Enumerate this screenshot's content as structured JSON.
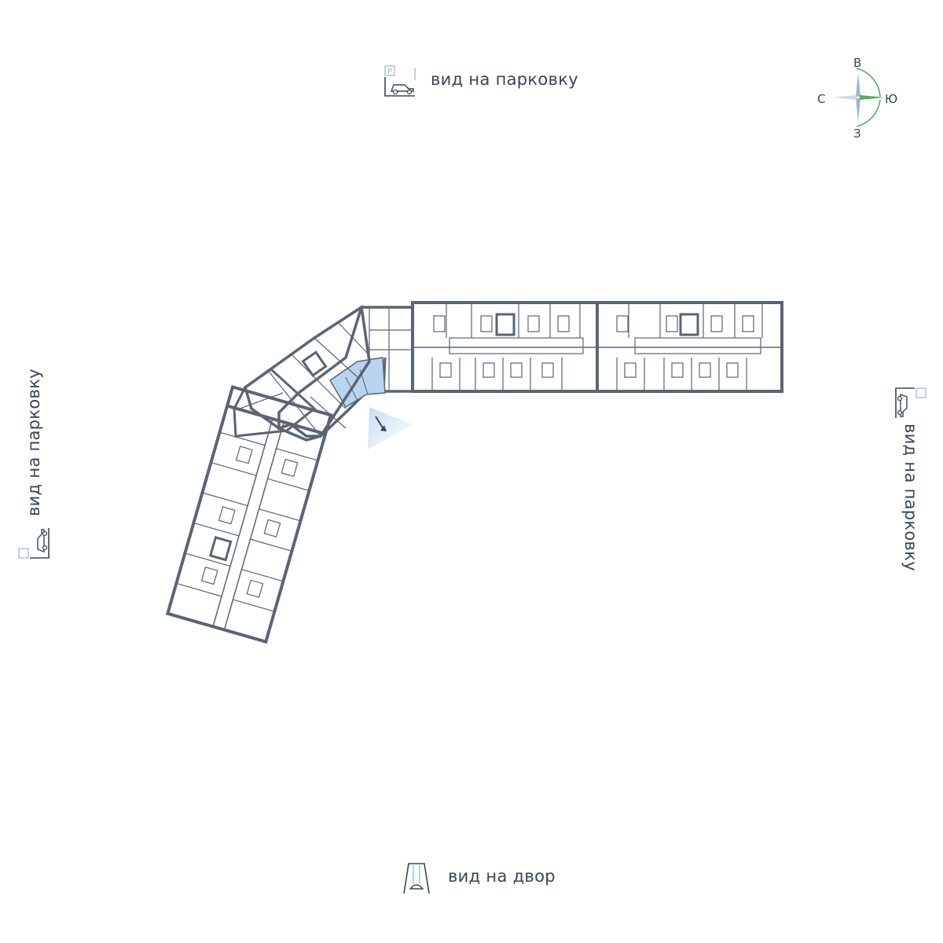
{
  "views": {
    "top": "вид на парковку",
    "left": "вид на парковку",
    "right": "вид на парковку",
    "bottom": "вид на двор"
  },
  "compass": {
    "north_label": "В",
    "south_label": "З",
    "west_label": "С",
    "east_label": "Ю"
  },
  "icons": {
    "parking": "parking-car-icon",
    "yard": "swing-icon",
    "compass": "compass-rose-icon",
    "view_direction": "view-direction-arrow-icon"
  },
  "colors": {
    "walls": "#5a6474",
    "highlight": "#b8d4ef",
    "accent_green": "#4caf50",
    "text": "#3a4556"
  }
}
